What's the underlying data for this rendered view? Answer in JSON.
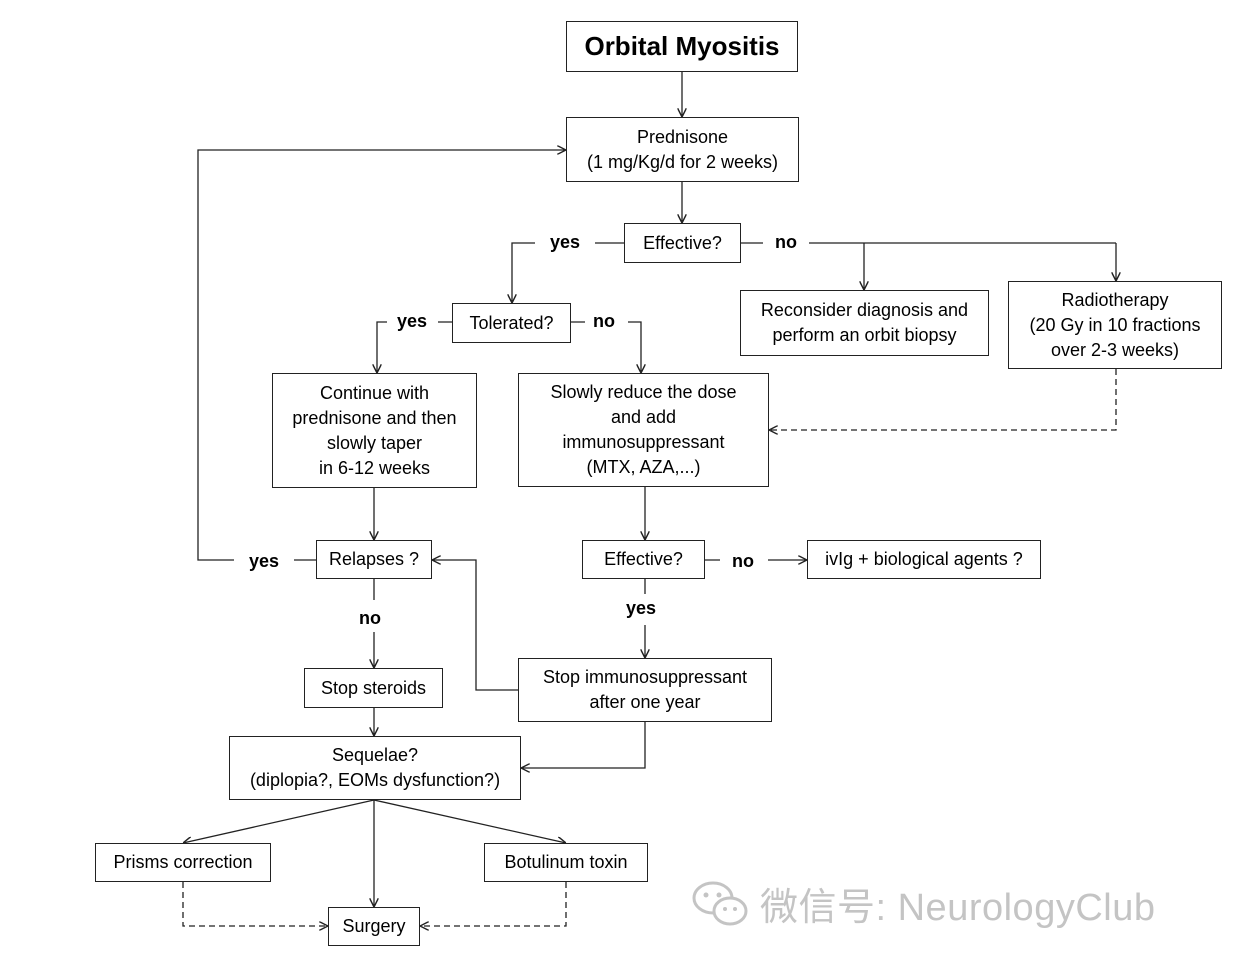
{
  "title": "Orbital Myositis",
  "nodes": {
    "prednisone": "Prednisone\n(1 mg/Kg/d    for 2 weeks)",
    "effective1": "Effective?",
    "tolerated": "Tolerated?",
    "reconsider": "Reconsider diagnosis and\nperform an orbit biopsy",
    "radiotherapy": "Radiotherapy\n(20 Gy in 10 fractions\nover 2-3 weeks)",
    "continue": "Continue with\nprednisone and then\nslowly taper\nin 6-12 weeks",
    "reduce": "Slowly reduce the dose\nand add\nimmunosuppressant\n(MTX, AZA,...)",
    "relapses": "Relapses ?",
    "effective2": "Effective?",
    "ivig": "ivIg + biological agents ?",
    "stop_steroids": "Stop steroids",
    "stop_immuno": "Stop immunosuppressant\nafter one year",
    "sequelae": "Sequelae?\n(diplopia?, EOMs dysfunction?)",
    "prisms": "Prisms correction",
    "botulinum": "Botulinum toxin",
    "surgery": "Surgery"
  },
  "labels": {
    "eff1_yes": "yes",
    "eff1_no": "no",
    "tol_yes": "yes",
    "tol_no": "no",
    "rel_yes": "yes",
    "rel_no": "no",
    "eff2_no": "no",
    "eff2_yes": "yes"
  },
  "watermark": "微信号: NeurologyClub"
}
